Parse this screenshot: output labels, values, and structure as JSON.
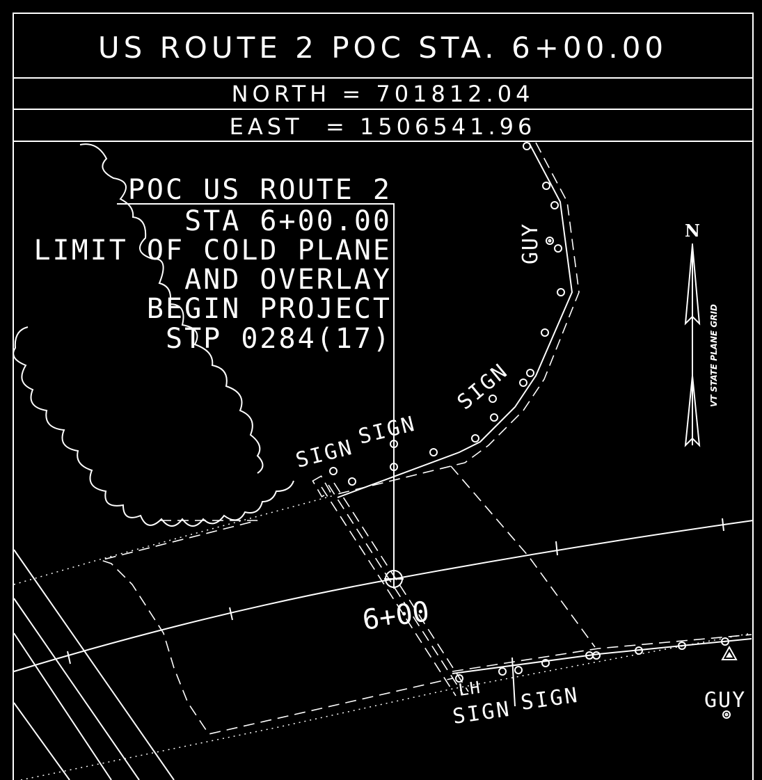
{
  "header": {
    "title": "US ROUTE 2 POC STA. 6+00.00",
    "north": "NORTH = 701812.04",
    "east": "EAST  = 1506541.96"
  },
  "callout": {
    "lines": [
      "POC US ROUTE 2",
      "STA 6+00.00",
      "LIMIT OF COLD PLANE",
      "AND OVERLAY",
      "BEGIN PROJECT",
      "STP 0284(17)"
    ]
  },
  "station_label": "6+00",
  "labels": {
    "guy_top": "GUY",
    "sign_diag": "SIGN",
    "sign_left": "SIGN",
    "sign_mid": "SIGN",
    "sign_bottom_1": "SIGN",
    "sign_bottom_2": "SIGN",
    "guy_bottom": "GUY",
    "lh": "LH"
  },
  "north_arrow": {
    "letter": "N",
    "caption": "VT STATE PLANE GRID"
  }
}
